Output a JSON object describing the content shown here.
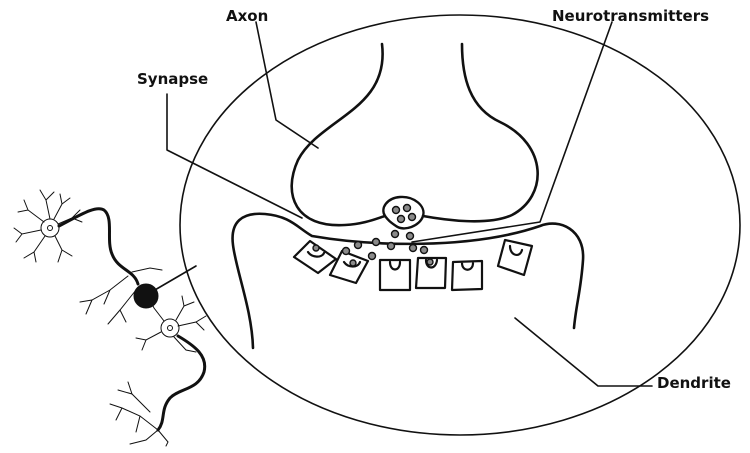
{
  "labels": {
    "axon": "Axon",
    "synapse": "Synapse",
    "neurotransmitters": "Neurotransmitters",
    "dendrite": "Dendrite"
  },
  "colors": {
    "line": "#111111",
    "vesicle_fill": "#8a8a8a",
    "soma_fill": "#111111",
    "background": "#ffffff"
  },
  "icons": {
    "neuron": "neuron-icon",
    "receptor": "receptor-icon",
    "vesicle": "vesicle-icon"
  }
}
